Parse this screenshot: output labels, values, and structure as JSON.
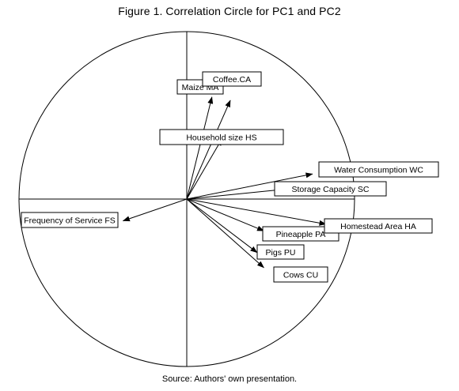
{
  "figure": {
    "title": "Figure 1. Correlation Circle for PC1 and PC2",
    "source": "Source: Authors' own presentation."
  },
  "colors": {
    "line": "#000000",
    "label_fill": "#ffffff"
  },
  "chart_data": {
    "type": "scatter",
    "subtype": "correlation-circle",
    "title": "Figure 1. Correlation Circle for PC1 and PC2",
    "xlim": [
      -1,
      1
    ],
    "ylim": [
      -1,
      1
    ],
    "unit_circle": true,
    "axes_lines": true,
    "variables": [
      {
        "label": "Coffee.CA",
        "x": 0.26,
        "y": 0.59
      },
      {
        "label": "Maize MA",
        "x": 0.15,
        "y": 0.61
      },
      {
        "label": "Household size HS",
        "x": 0.21,
        "y": 0.36
      },
      {
        "label": "Water Consumption WC",
        "x": 0.75,
        "y": 0.15
      },
      {
        "label": "Storage Capacity SC",
        "x": 0.6,
        "y": 0.06
      },
      {
        "label": "Frequency of Service FS",
        "x": -0.38,
        "y": -0.13
      },
      {
        "label": "Homestead Area HA",
        "x": 0.83,
        "y": -0.15
      },
      {
        "label": "Pineapple PA",
        "x": 0.46,
        "y": -0.19
      },
      {
        "label": "Pigs PU",
        "x": 0.42,
        "y": -0.32
      },
      {
        "label": "Cows CU",
        "x": 0.46,
        "y": -0.41
      }
    ]
  }
}
